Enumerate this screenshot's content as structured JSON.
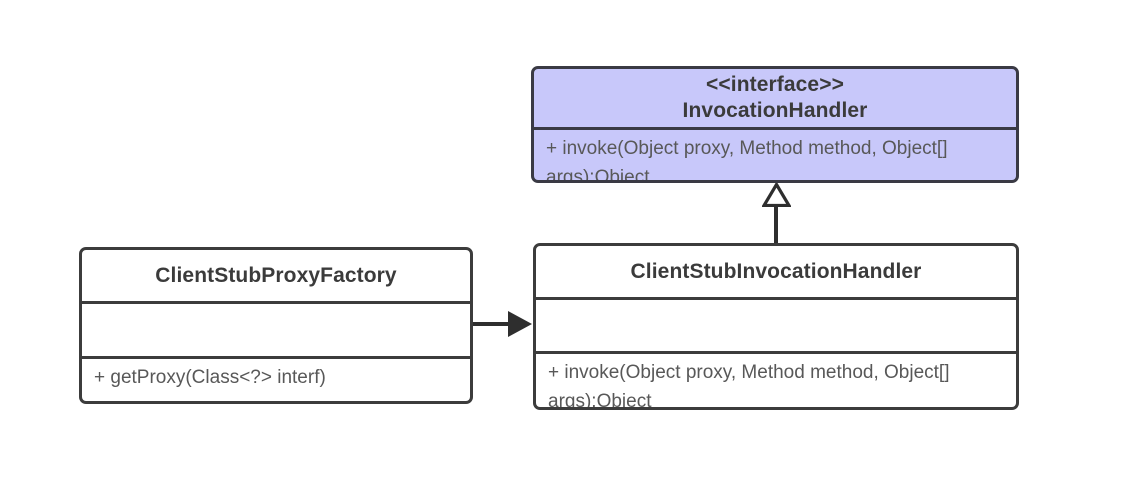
{
  "diagram": {
    "type": "uml-class-diagram",
    "background_color": "#ffffff",
    "border_color": "#3c3c3c",
    "interface_fill_color": "#c8c8fa",
    "title_text_color": "#3b3b3b",
    "member_text_color": "#585858",
    "connector_color": "#2e2e2e"
  },
  "classes": {
    "invocation_handler": {
      "stereotype": "<<interface>>",
      "name": "InvocationHandler",
      "attributes": [],
      "operations": [
        "+ invoke(Object proxy, Method method, Object[] args):Object"
      ]
    },
    "client_stub_proxy_factory": {
      "stereotype": "",
      "name": "ClientStubProxyFactory",
      "attributes": [],
      "operations": [
        "+ getProxy(Class<?> interf)"
      ]
    },
    "client_stub_invocation_handler": {
      "stereotype": "",
      "name": "ClientStubInvocationHandler",
      "attributes": [],
      "operations": [
        "+ invoke(Object proxy, Method method, Object[] args):Object"
      ]
    }
  },
  "relationships": [
    {
      "kind": "realization",
      "from": "ClientStubInvocationHandler",
      "to": "InvocationHandler",
      "arrow": "hollow-triangle",
      "line": "solid"
    },
    {
      "kind": "association",
      "from": "ClientStubProxyFactory",
      "to": "ClientStubInvocationHandler",
      "arrow": "solid-filled",
      "line": "solid"
    }
  ]
}
